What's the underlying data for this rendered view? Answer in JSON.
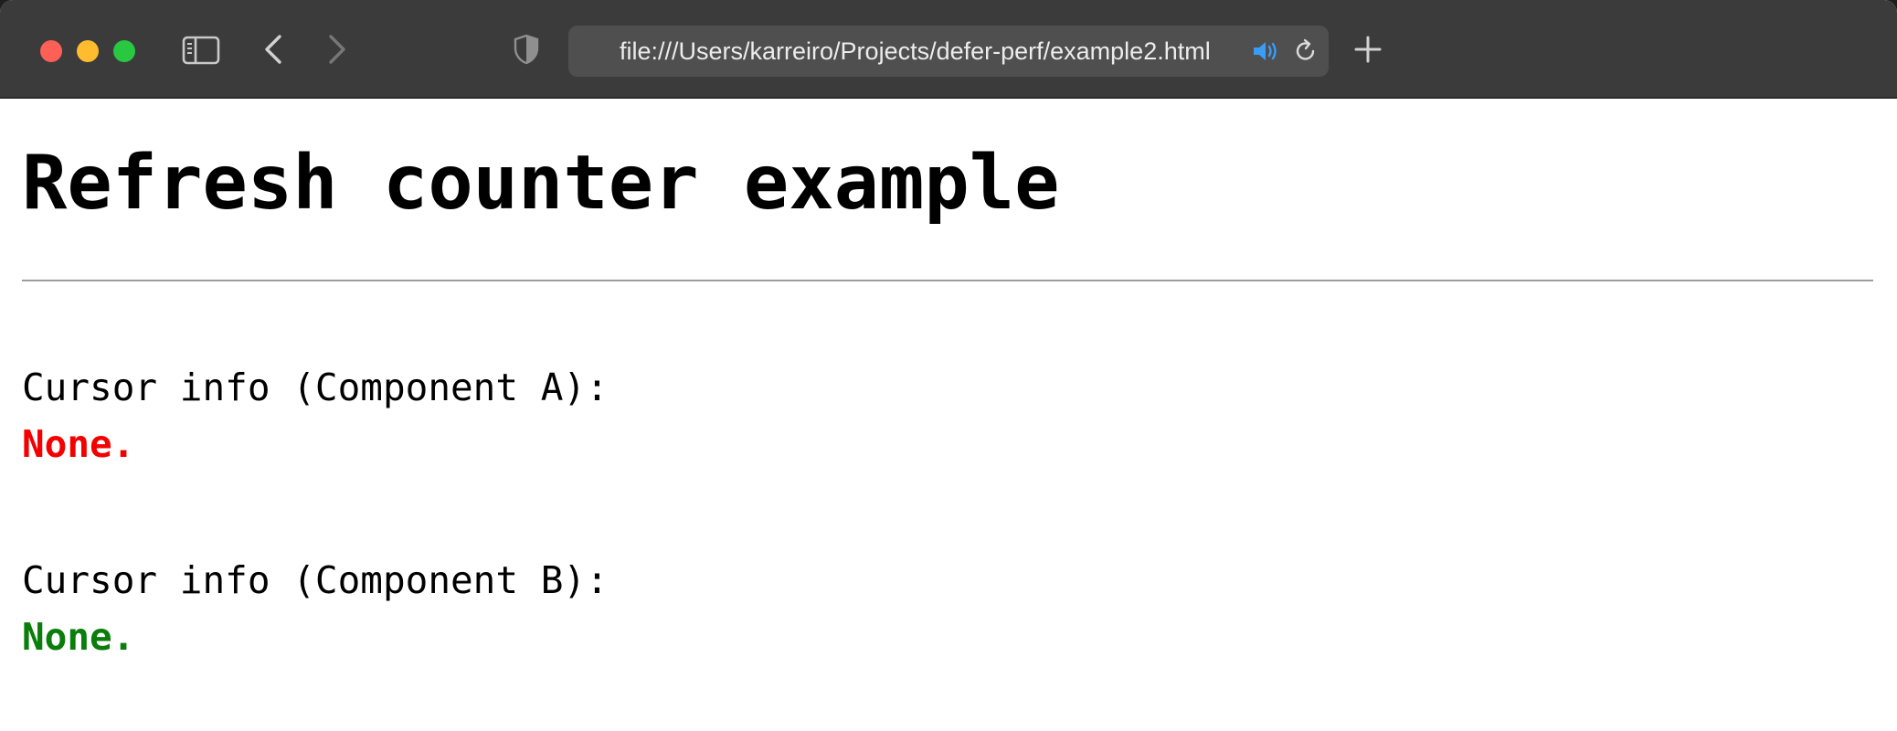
{
  "browser": {
    "url": "file:///Users/karreiro/Projects/defer-perf/example2.html",
    "icons": [
      "sidebar-icon",
      "back-icon",
      "forward-icon",
      "shield-icon",
      "audio-icon",
      "reload-icon",
      "new-tab-icon"
    ]
  },
  "page": {
    "title": "Refresh counter example",
    "component_a": {
      "label": "Cursor info (Component A):",
      "value": "None.",
      "color": "#f40000"
    },
    "component_b": {
      "label": "Cursor info (Component B):",
      "value": "None.",
      "color": "#0a7d0a"
    }
  }
}
